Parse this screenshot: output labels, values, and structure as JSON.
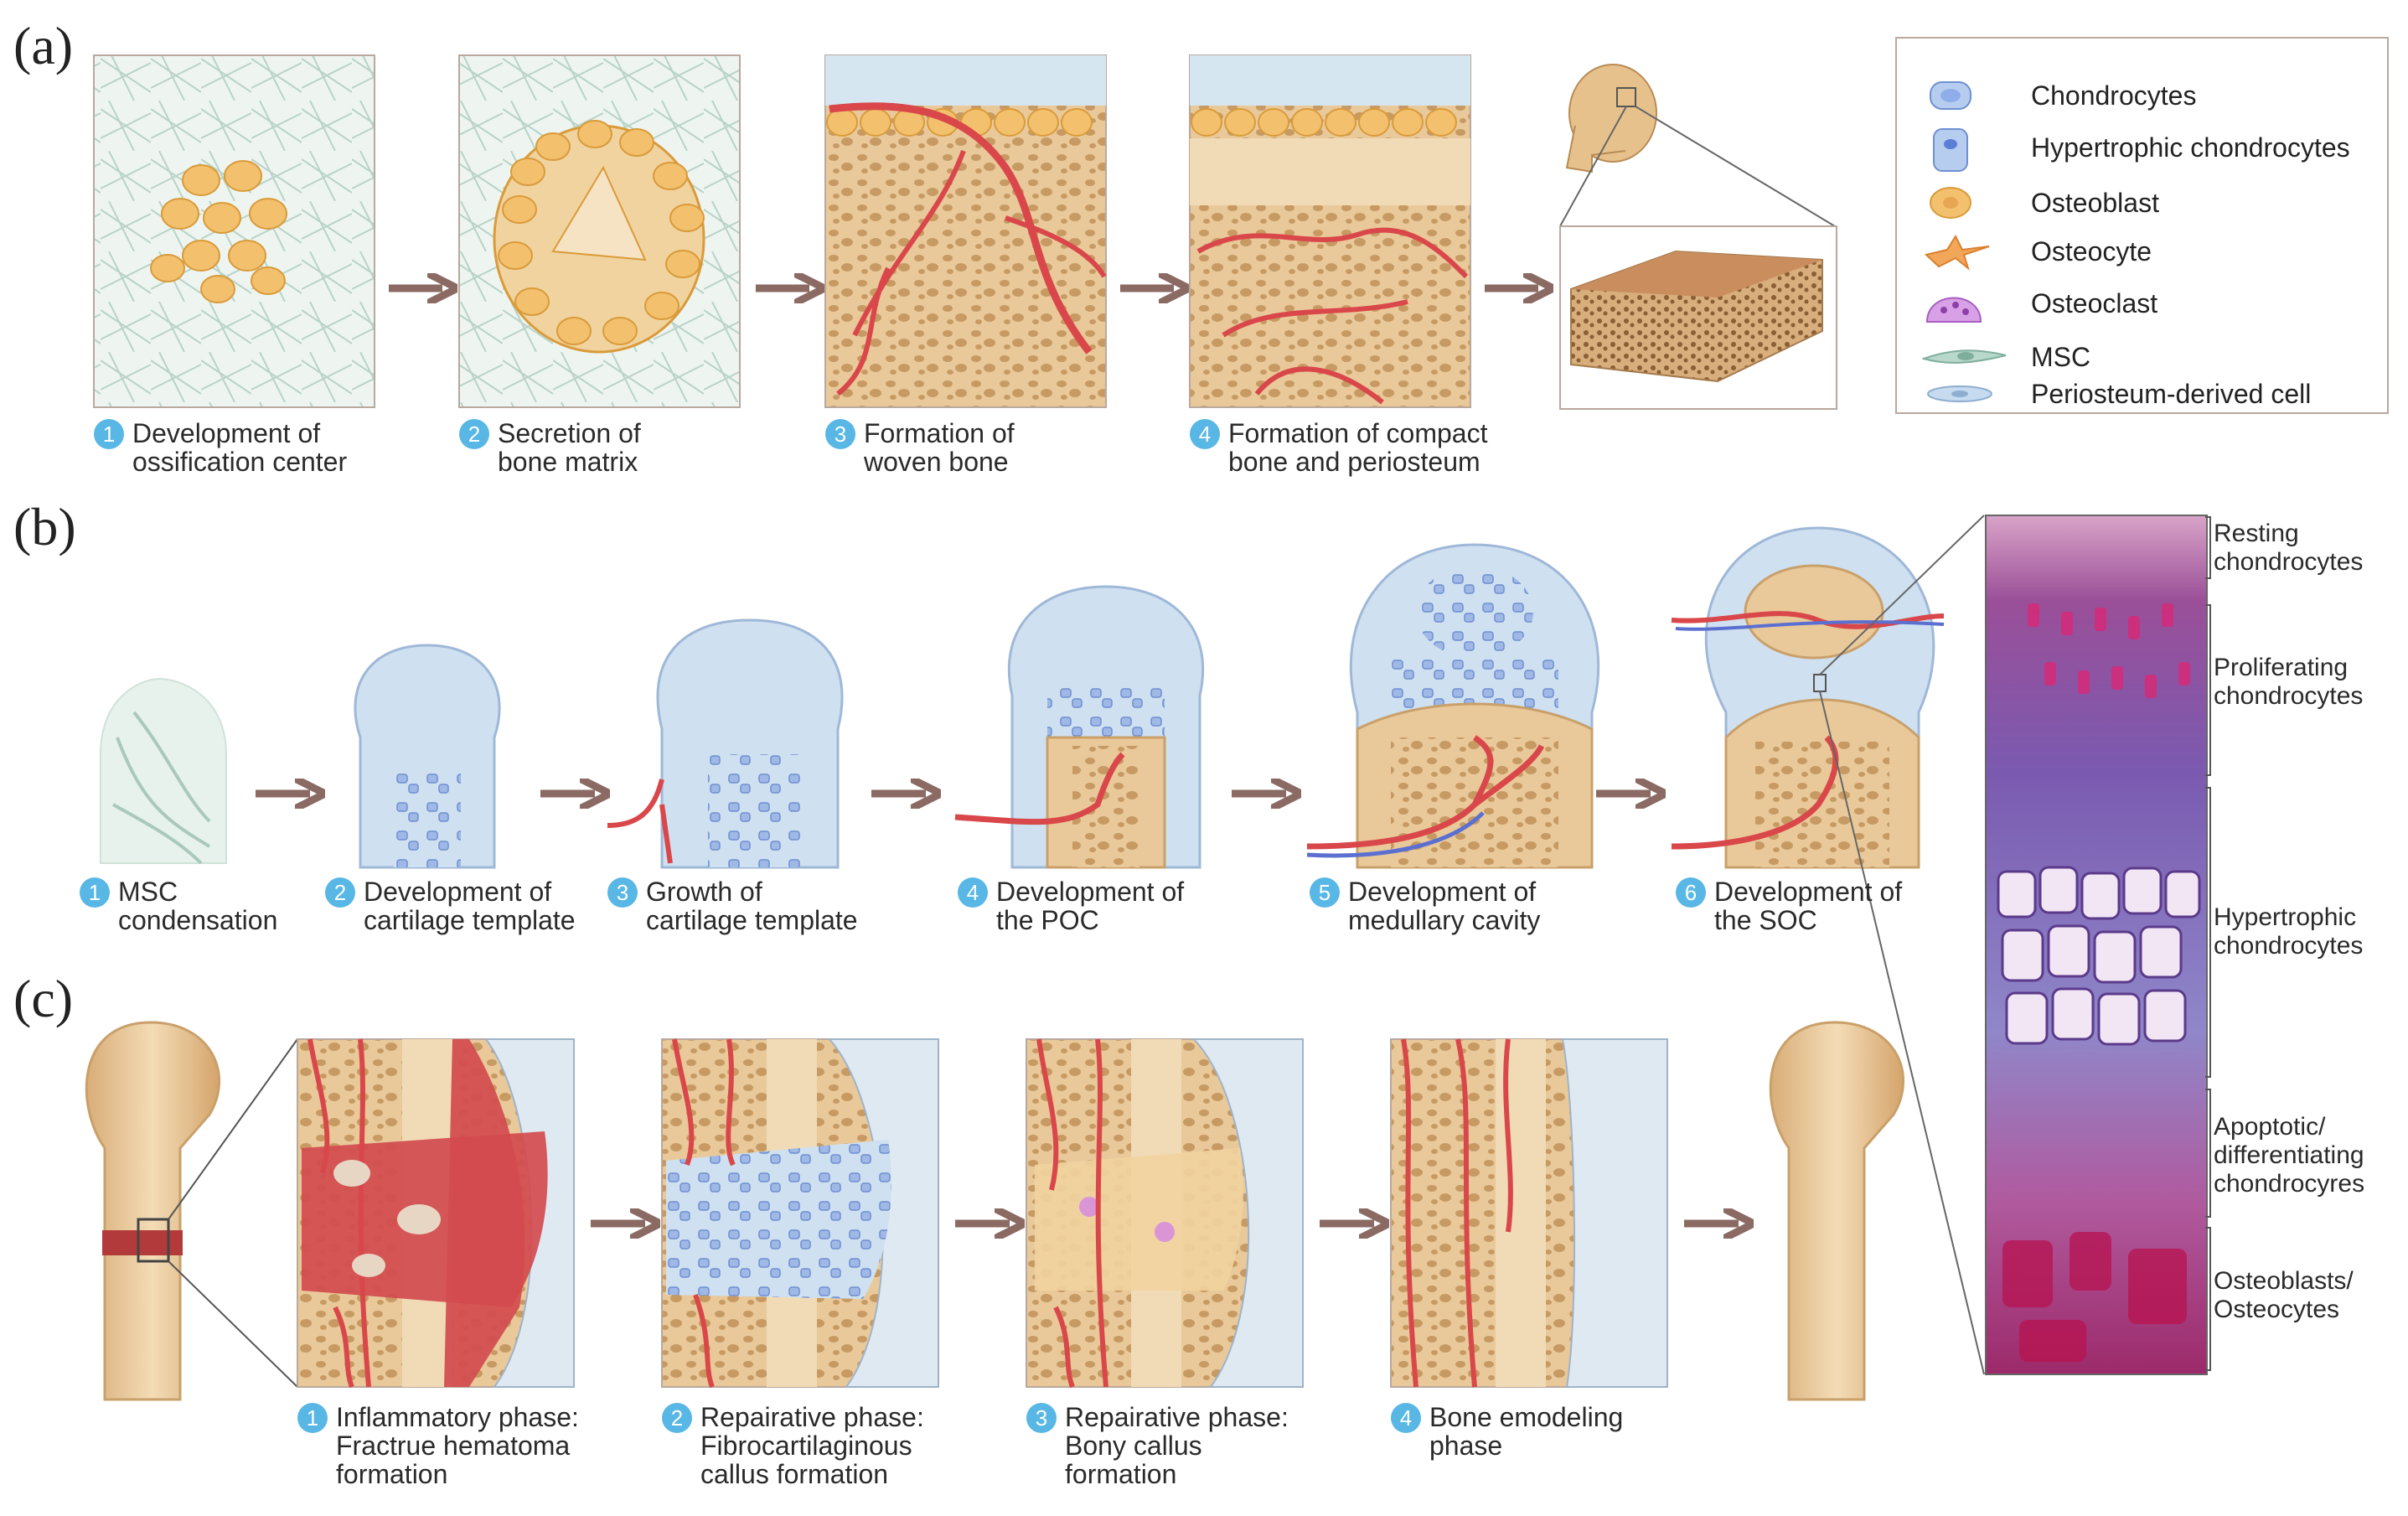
{
  "panels": {
    "a": "(a)",
    "b": "(b)",
    "c": "(c)"
  },
  "panel_a": {
    "steps": [
      {
        "num": "1",
        "label": "Development of\nossification center"
      },
      {
        "num": "2",
        "label": "Secretion of\nbone matrix"
      },
      {
        "num": "3",
        "label": "Formation of\nwoven bone"
      },
      {
        "num": "4",
        "label": "Formation of compact\nbone and periosteum"
      }
    ]
  },
  "legend": {
    "items": [
      {
        "label": "Chondrocytes",
        "icon": "chondrocyte-icon"
      },
      {
        "label": "Hypertrophic chondrocytes",
        "icon": "hypertrophic-chondrocyte-icon"
      },
      {
        "label": "Osteoblast",
        "icon": "osteoblast-icon"
      },
      {
        "label": "Osteocyte",
        "icon": "osteocyte-icon"
      },
      {
        "label": "Osteoclast",
        "icon": "osteoclast-icon"
      },
      {
        "label": "MSC",
        "icon": "msc-icon"
      },
      {
        "label": "Periosteum-derived cell",
        "icon": "periosteum-cell-icon"
      }
    ]
  },
  "panel_b": {
    "steps": [
      {
        "num": "1",
        "label": "MSC\ncondensation"
      },
      {
        "num": "2",
        "label": "Development of\ncartilage template"
      },
      {
        "num": "3",
        "label": "Growth of\ncartilage template"
      },
      {
        "num": "4",
        "label": "Development of\nthe POC"
      },
      {
        "num": "5",
        "label": "Development of\nmedullary cavity"
      },
      {
        "num": "6",
        "label": "Development of\nthe SOC"
      }
    ]
  },
  "growth_plate": {
    "zones": [
      {
        "label": "Resting\nchondrocytes"
      },
      {
        "label": "Proliferating\nchondrocytes"
      },
      {
        "label": "Hypertrophic\nchondrocytes"
      },
      {
        "label": "Apoptotic/\ndifferentiating\nchondrocyres"
      },
      {
        "label": "Osteoblasts/\nOsteocytes"
      }
    ]
  },
  "panel_c": {
    "steps": [
      {
        "num": "1",
        "label": "Inflammatory phase:\nFractrue hematoma\nformation"
      },
      {
        "num": "2",
        "label": "Repairative phase:\nFibrocartilaginous\ncallus formation"
      },
      {
        "num": "3",
        "label": "Repairative phase:\nBony callus\nformation"
      },
      {
        "num": "4",
        "label": "Bone emodeling\nphase"
      }
    ]
  },
  "colors": {
    "arrow": "#8a6a62",
    "bone": "#e9c99a",
    "bone_dark": "#c9a06a",
    "vessel": "#d9474a",
    "cartilage": "#cfe0f0",
    "frame": "#b9a89e",
    "number_badge": "#58b7e4",
    "hematoma": "#d24b4f"
  }
}
